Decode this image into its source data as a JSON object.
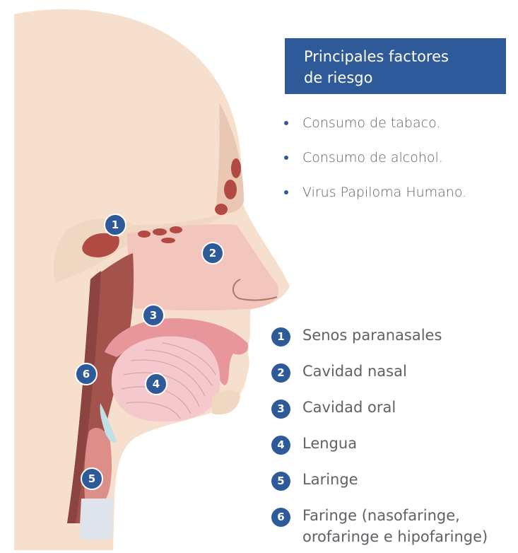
{
  "risk_factors": {
    "title_line1": "Principales factores",
    "title_line2": "de riesgo",
    "items": [
      "Consumo de tabaco.",
      "Consumo de alcohol.",
      "Virus Papiloma Humano."
    ]
  },
  "legend": [
    {
      "number": "1",
      "label": "Senos paranasales"
    },
    {
      "number": "2",
      "label": "Cavidad nasal"
    },
    {
      "number": "3",
      "label": "Cavidad oral"
    },
    {
      "number": "4",
      "label": "Lengua"
    },
    {
      "number": "5",
      "label": "Laringe"
    },
    {
      "number": "6",
      "label_line1": "Faringe (nasofaringe,",
      "label_line2": "orofaringe e hipofaringe)"
    }
  ],
  "markers": [
    "1",
    "2",
    "3",
    "4",
    "5",
    "6"
  ],
  "colors": {
    "accent_blue": "#2f5a99",
    "skin": "#f6dfcc",
    "skull": "#efd7c1",
    "nasal_pink": "#f3c6bd",
    "sinus": "#b24a44",
    "pharynx": "#a3524c",
    "oral": "#e7969b",
    "tongue": "#f4c8cc",
    "text": "#5f6167"
  }
}
